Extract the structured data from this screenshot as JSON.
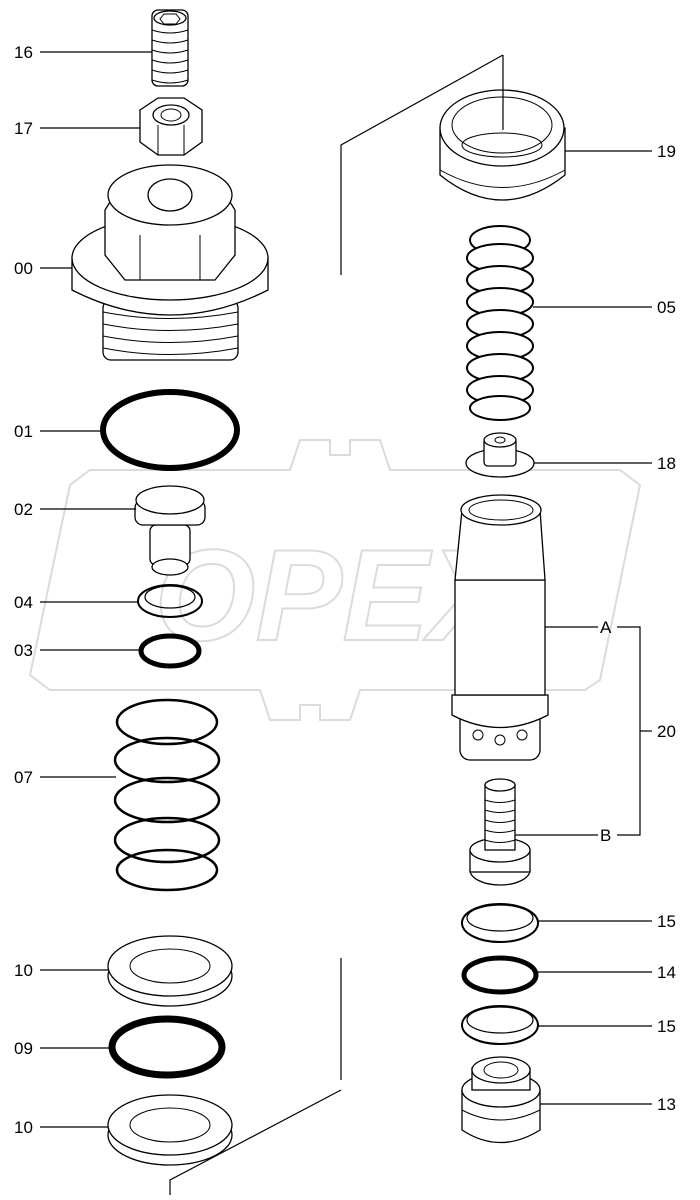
{
  "watermark": {
    "text": "OPEX"
  },
  "callouts": [
    {
      "id": "c16",
      "label": "16"
    },
    {
      "id": "c17",
      "label": "17"
    },
    {
      "id": "c00",
      "label": "00"
    },
    {
      "id": "c01",
      "label": "01"
    },
    {
      "id": "c02",
      "label": "02"
    },
    {
      "id": "c04",
      "label": "04"
    },
    {
      "id": "c03",
      "label": "03"
    },
    {
      "id": "c07",
      "label": "07"
    },
    {
      "id": "c10a",
      "label": "10"
    },
    {
      "id": "c09",
      "label": "09"
    },
    {
      "id": "c10b",
      "label": "10"
    },
    {
      "id": "c19",
      "label": "19"
    },
    {
      "id": "c05",
      "label": "05"
    },
    {
      "id": "c18",
      "label": "18"
    },
    {
      "id": "cA",
      "label": "A"
    },
    {
      "id": "c20",
      "label": "20"
    },
    {
      "id": "cB",
      "label": "B"
    },
    {
      "id": "c15a",
      "label": "15"
    },
    {
      "id": "c14",
      "label": "14"
    },
    {
      "id": "c15b",
      "label": "15"
    },
    {
      "id": "c13",
      "label": "13"
    }
  ]
}
